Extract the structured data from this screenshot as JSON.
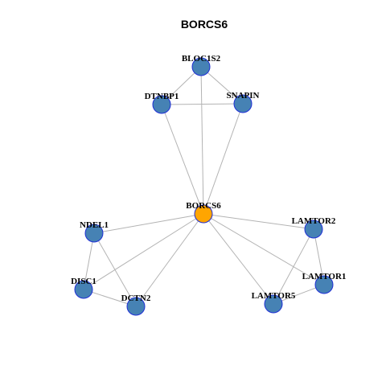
{
  "title": "BORCS6",
  "colors": {
    "hub": "#FFA500",
    "node": "#4682B4",
    "node_border": "#1F2FD6",
    "edge": "#B3B3B3"
  },
  "nodes": [
    {
      "id": "BORCS6",
      "label": "BORCS6",
      "role": "hub"
    },
    {
      "id": "BLOC1S2",
      "label": "BLOC1S2",
      "role": "neighbor"
    },
    {
      "id": "DTNBP1",
      "label": "DTNBP1",
      "role": "neighbor"
    },
    {
      "id": "SNAPIN",
      "label": "SNAPIN",
      "role": "neighbor"
    },
    {
      "id": "NDEL1",
      "label": "NDEL1",
      "role": "neighbor"
    },
    {
      "id": "DISC1",
      "label": "DISC1",
      "role": "neighbor"
    },
    {
      "id": "DCTN2",
      "label": "DCTN2",
      "role": "neighbor"
    },
    {
      "id": "LAMTOR2",
      "label": "LAMTOR2",
      "role": "neighbor"
    },
    {
      "id": "LAMTOR1",
      "label": "LAMTOR1",
      "role": "neighbor"
    },
    {
      "id": "LAMTOR5",
      "label": "LAMTOR5",
      "role": "neighbor"
    }
  ],
  "edges": [
    [
      "BORCS6",
      "BLOC1S2"
    ],
    [
      "BORCS6",
      "DTNBP1"
    ],
    [
      "BORCS6",
      "SNAPIN"
    ],
    [
      "BORCS6",
      "NDEL1"
    ],
    [
      "BORCS6",
      "DISC1"
    ],
    [
      "BORCS6",
      "DCTN2"
    ],
    [
      "BORCS6",
      "LAMTOR2"
    ],
    [
      "BORCS6",
      "LAMTOR1"
    ],
    [
      "BORCS6",
      "LAMTOR5"
    ],
    [
      "BLOC1S2",
      "DTNBP1"
    ],
    [
      "BLOC1S2",
      "SNAPIN"
    ],
    [
      "DTNBP1",
      "SNAPIN"
    ],
    [
      "NDEL1",
      "DISC1"
    ],
    [
      "NDEL1",
      "DCTN2"
    ],
    [
      "DISC1",
      "DCTN2"
    ],
    [
      "LAMTOR2",
      "LAMTOR1"
    ],
    [
      "LAMTOR2",
      "LAMTOR5"
    ],
    [
      "LAMTOR1",
      "LAMTOR5"
    ]
  ]
}
